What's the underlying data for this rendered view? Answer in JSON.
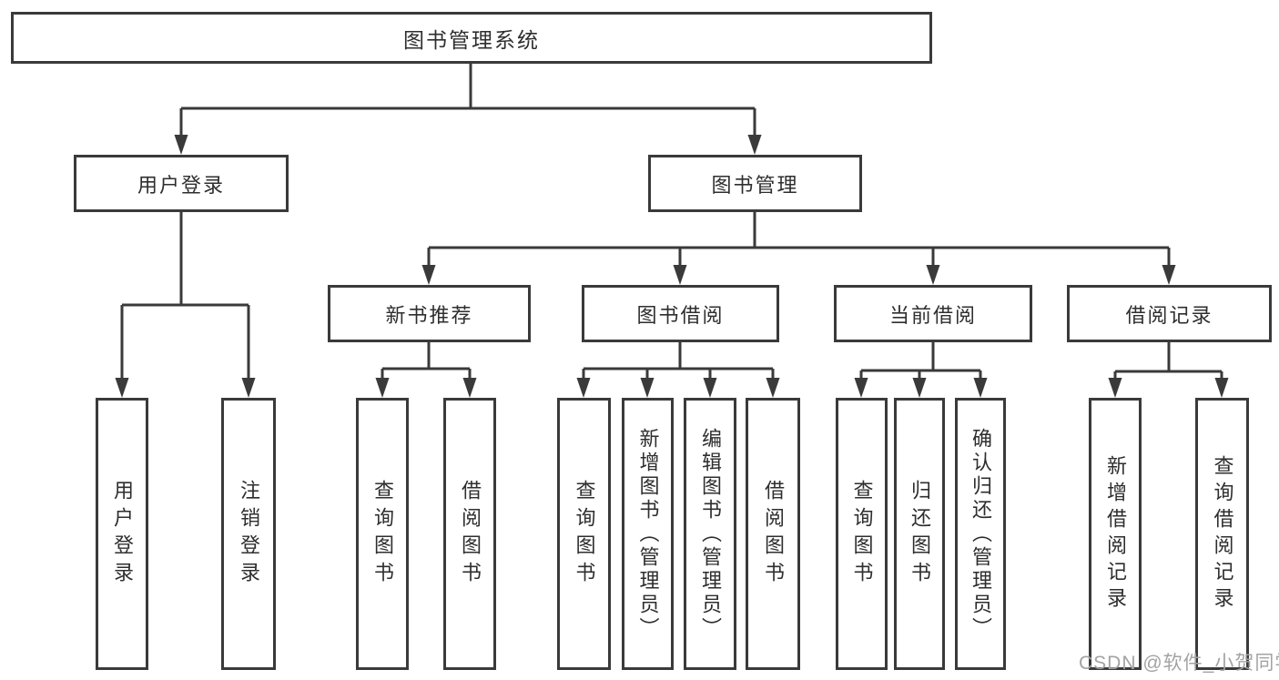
{
  "diagram": {
    "watermark": "CSDN @软件_小贺同学",
    "colors": {
      "line": "#3a3a3a",
      "text": "#2e2e2e",
      "box_background": "#ffffff",
      "watermark": "#a3a3a3"
    },
    "nodes": {
      "root": {
        "label": "图书管理系统"
      },
      "user_login": {
        "label": "用户登录"
      },
      "book_mgmt": {
        "label": "图书管理"
      },
      "new_book_rec": {
        "label": "新书推荐"
      },
      "book_borrow": {
        "label": "图书借阅"
      },
      "current_borrow": {
        "label": "当前借阅"
      },
      "borrow_record": {
        "label": "借阅记录"
      },
      "login_leaf": {
        "label": "用户登录"
      },
      "logout_leaf": {
        "label": "注销登录"
      },
      "rec_query": {
        "label": "查询图书"
      },
      "rec_borrow": {
        "label": "借阅图书"
      },
      "bb_query": {
        "label": "查询图书"
      },
      "bb_add": {
        "label": "新增图书（管理员）"
      },
      "bb_edit": {
        "label": "编辑图书（管理员）"
      },
      "bb_borrow": {
        "label": "借阅图书"
      },
      "cb_query": {
        "label": "查询图书"
      },
      "cb_return": {
        "label": "归还图书"
      },
      "cb_confirm": {
        "label": "确认归还（管理员）"
      },
      "br_add": {
        "label": "新增借阅记录"
      },
      "br_query": {
        "label": "查询借阅记录"
      }
    },
    "edges": [
      {
        "from": "图书管理系统",
        "to": [
          "用户登录",
          "图书管理"
        ]
      },
      {
        "from": "用户登录",
        "to": [
          "用户登录",
          "注销登录"
        ]
      },
      {
        "from": "图书管理",
        "to": [
          "新书推荐",
          "图书借阅",
          "当前借阅",
          "借阅记录"
        ]
      },
      {
        "from": "新书推荐",
        "to": [
          "查询图书",
          "借阅图书"
        ]
      },
      {
        "from": "图书借阅",
        "to": [
          "查询图书",
          "新增图书（管理员）",
          "编辑图书（管理员）",
          "借阅图书"
        ]
      },
      {
        "from": "当前借阅",
        "to": [
          "查询图书",
          "归还图书",
          "确认归还（管理员）"
        ]
      },
      {
        "from": "借阅记录",
        "to": [
          "新增借阅记录",
          "查询借阅记录"
        ]
      }
    ]
  }
}
